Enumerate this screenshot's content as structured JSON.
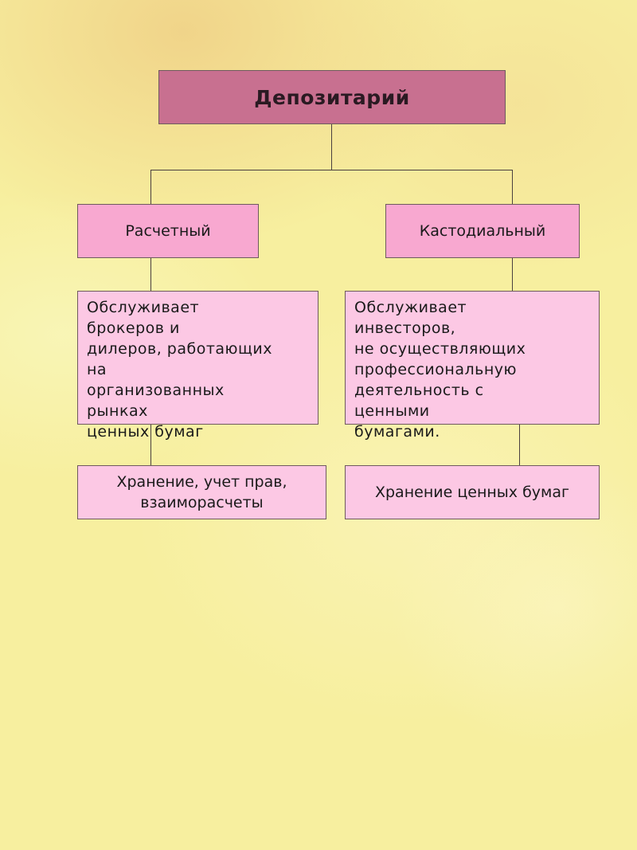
{
  "diagram": {
    "root": {
      "label": "Депозитарий"
    },
    "branches": [
      {
        "label": "Расчетный",
        "description": "Обслуживает\nброкеров и\nдилеров, работающих\nна\nорганизованных\nрынках\nценных бумаг",
        "function": "Хранение, учет прав,\nвзаиморасчеты"
      },
      {
        "label": "Кастодиальный",
        "description": "Обслуживает\nинвесторов,\nне осуществляющих\nпрофессиональную\nдеятельность с\nценными\nбумагами.",
        "function": "Хранение ценных бумаг"
      }
    ]
  },
  "colors": {
    "background": "#f7ef9f",
    "root_fill": "#c87090",
    "branch_fill": "#f8a8d0",
    "detail_fill": "#fcc8e4",
    "connector": "#4a4040"
  }
}
